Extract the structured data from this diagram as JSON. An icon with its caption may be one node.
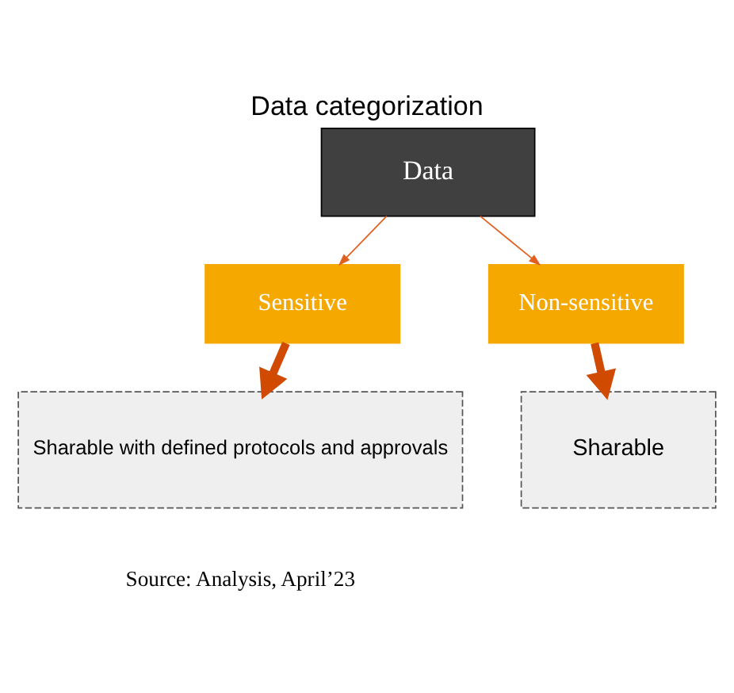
{
  "diagram": {
    "title": "Data categorization",
    "caption": "Source: Analysis, April’23",
    "nodes": [
      {
        "text": [
          "Data"
        ]
      },
      {
        "text": [
          "Sensitive"
        ]
      },
      {
        "text": [
          "Non-sensitive"
        ]
      },
      {
        "text": [
          "Sharable with defined protocols and approvals"
        ]
      },
      {
        "text": [
          "Sharable"
        ]
      }
    ],
    "edges": [
      {
        "from": 0,
        "to": 1,
        "arrow": "to"
      },
      {
        "from": 0,
        "to": 2,
        "arrow": "to"
      },
      {
        "from": 1,
        "to": 3,
        "arrow": "to",
        "style": "thick",
        "color": "#d04a02"
      },
      {
        "from": 2,
        "to": 4,
        "arrow": "to",
        "style": "thick",
        "color": "#d04a02"
      }
    ]
  }
}
